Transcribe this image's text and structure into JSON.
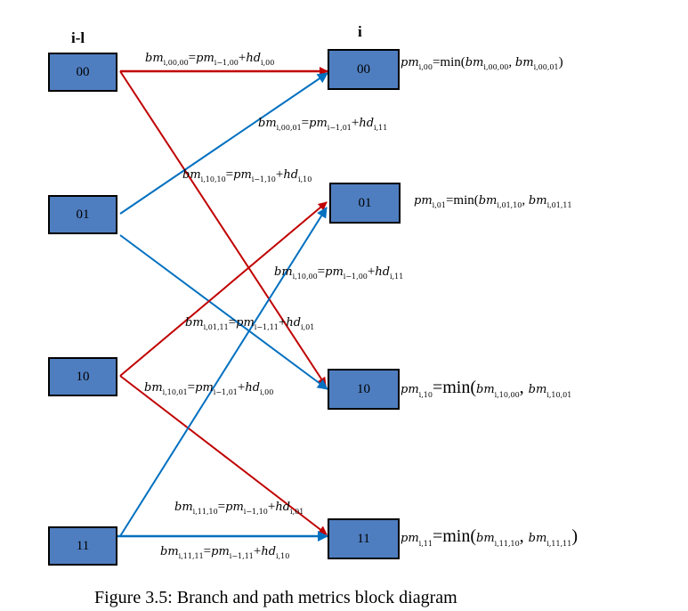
{
  "columns": {
    "prev": "i-l",
    "curr": "i"
  },
  "colors": {
    "red": "#c00000",
    "blue": "#0070c0",
    "box": "#4f7ec0"
  },
  "prev_states": [
    "00",
    "01",
    "10",
    "11"
  ],
  "curr_states": [
    "00",
    "01",
    "10",
    "11"
  ],
  "branch_labels": [
    {
      "id": "bm-00-00",
      "color": "red",
      "parts": [
        [
          "bm",
          "i,00,00"
        ],
        [
          "=",
          ""
        ],
        [
          "pm",
          "i−1,00"
        ],
        [
          "+",
          ""
        ],
        [
          "hd",
          "i,00"
        ]
      ]
    },
    {
      "id": "bm-00-01",
      "color": "blue",
      "parts": [
        [
          "bm",
          "i,00,01"
        ],
        [
          "=",
          ""
        ],
        [
          "pm",
          "i−1,01"
        ],
        [
          "+",
          ""
        ],
        [
          "hd",
          "i,11"
        ]
      ]
    },
    {
      "id": "bm-10-10",
      "color": "red",
      "parts": [
        [
          "bm",
          "i,10,10"
        ],
        [
          "=",
          ""
        ],
        [
          "pm",
          "i−1,10"
        ],
        [
          "+",
          ""
        ],
        [
          "hd",
          "i,10"
        ]
      ]
    },
    {
      "id": "bm-10-00",
      "color": "red",
      "parts": [
        [
          "bm",
          "i,10,00"
        ],
        [
          "=",
          ""
        ],
        [
          "pm",
          "i−1,00"
        ],
        [
          "+",
          ""
        ],
        [
          "hd",
          "i,11"
        ]
      ]
    },
    {
      "id": "bm-01-11",
      "color": "blue",
      "parts": [
        [
          "bm",
          "i,01,11"
        ],
        [
          "=",
          ""
        ],
        [
          "pm",
          "i−1,11"
        ],
        [
          "+",
          ""
        ],
        [
          "hd",
          "i,01"
        ]
      ]
    },
    {
      "id": "bm-10-01",
      "color": "blue",
      "parts": [
        [
          "bm",
          "i,10,01"
        ],
        [
          "=",
          ""
        ],
        [
          "pm",
          "i−1,01"
        ],
        [
          "+",
          ""
        ],
        [
          "hd",
          "i,00"
        ]
      ]
    },
    {
      "id": "bm-11-10",
      "color": "red",
      "parts": [
        [
          "bm",
          "i,11,10"
        ],
        [
          "=",
          ""
        ],
        [
          "pm",
          "i−1,10"
        ],
        [
          "+",
          ""
        ],
        [
          "hd",
          "i,01"
        ]
      ]
    },
    {
      "id": "bm-11-11",
      "color": "blue",
      "parts": [
        [
          "bm",
          "i,11,11"
        ],
        [
          "=",
          ""
        ],
        [
          "pm",
          "i−1,11"
        ],
        [
          "+",
          ""
        ],
        [
          "hd",
          "i,10"
        ]
      ]
    }
  ],
  "path_labels": [
    {
      "id": "pm-00",
      "parts": [
        [
          "pm",
          "i,00"
        ],
        [
          "=min(",
          ""
        ],
        [
          "bm",
          "i,00,00"
        ],
        [
          ", ",
          ""
        ],
        [
          "bm",
          "i,00,01"
        ],
        [
          ")",
          ""
        ]
      ]
    },
    {
      "id": "pm-01",
      "parts": [
        [
          "pm",
          "i,01"
        ],
        [
          "=min(",
          ""
        ],
        [
          "bm",
          "i,01,10"
        ],
        [
          ", ",
          ""
        ],
        [
          "bm",
          "i,01,11"
        ]
      ]
    },
    {
      "id": "pm-10",
      "parts": [
        [
          "pm",
          "i,10"
        ],
        [
          "=min(",
          ""
        ],
        [
          "bm",
          "i,10,00"
        ],
        [
          ", ",
          ""
        ],
        [
          "bm",
          "i,10,01"
        ]
      ]
    },
    {
      "id": "pm-11",
      "parts": [
        [
          "pm",
          "i,11"
        ],
        [
          "=min(",
          ""
        ],
        [
          "bm",
          "i,11,10"
        ],
        [
          ", ",
          ""
        ],
        [
          "bm",
          "i,11,11"
        ],
        [
          ")",
          ""
        ]
      ]
    }
  ],
  "caption": "Figure 3.5: Branch and path metrics block diagram"
}
